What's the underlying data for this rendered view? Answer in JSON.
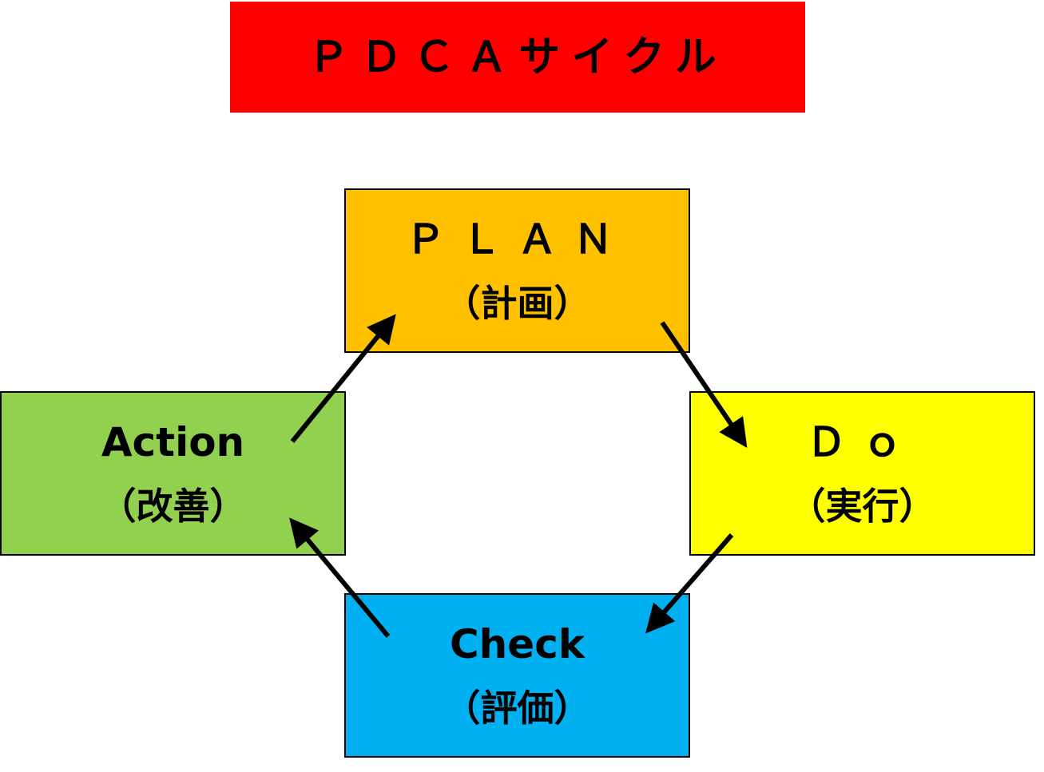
{
  "title": "ＰＤＣＡサイクル",
  "colors": {
    "title_bg": "#ff0000",
    "plan": "#ffc000",
    "do": "#ffff00",
    "check": "#00b0f0",
    "action": "#92d050"
  },
  "stages": {
    "plan": {
      "name": "ＰＬＡＮ",
      "sub": "（計画）"
    },
    "do": {
      "name": "Ｄｏ",
      "sub": "（実行）"
    },
    "check": {
      "name": "Check",
      "sub": "（評価）"
    },
    "action": {
      "name": "Action",
      "sub": "（改善）"
    }
  }
}
